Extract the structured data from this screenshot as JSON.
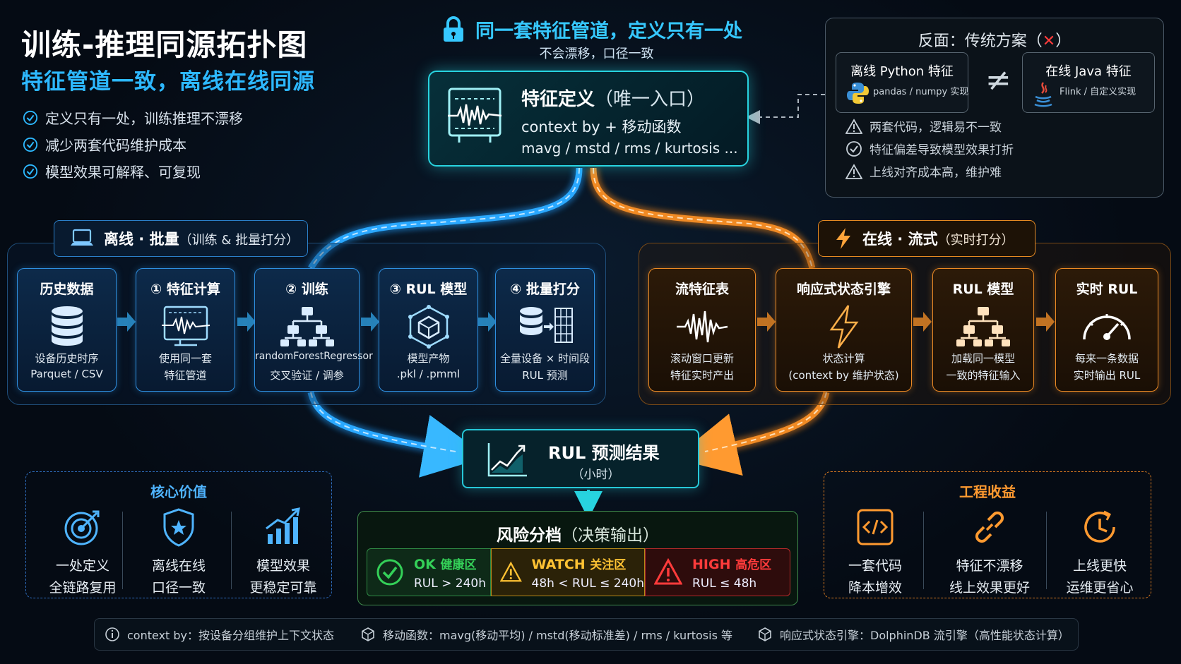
{
  "header": {
    "title": "训练-推理同源拓扑图",
    "subtitle": "特征管道一致，离线在线同源",
    "bullets": [
      "定义只有一处，训练推理不漂移",
      "减少两套代码维护成本",
      "模型效果可解释、可复现"
    ]
  },
  "top": {
    "headline": "同一套特征管道，定义只有一处",
    "sub": "不会漂移，口径一致"
  },
  "feature_def": {
    "title": "特征定义",
    "title_note": "（唯一入口）",
    "line1": "context by + 移动函数",
    "line2": "mavg / mstd / rms / kurtosis ..."
  },
  "traditional": {
    "title": "反面：传统方案（",
    "title_mark": "✕",
    "title_end": "）",
    "left_title": "离线 Python 特征",
    "left_sub": "pandas / numpy 实现",
    "neq": "≠",
    "right_title": "在线 Java 特征",
    "right_sub": "Flink / 自定义实现",
    "issues": [
      "两套代码，逻辑易不一致",
      "特征偏差导致模型效果打折",
      "上线对齐成本高，维护难"
    ]
  },
  "offline": {
    "header": "离线 · 批量",
    "header_note": "（训练 & 批量打分）",
    "cards": [
      {
        "title": "历史数据",
        "icon": "database-icon",
        "d1": "设备历史时序",
        "d2": "Parquet / CSV"
      },
      {
        "title": "① 特征计算",
        "icon": "waveform-monitor-icon",
        "d1": "使用同一套",
        "d2": "特征管道"
      },
      {
        "title": "② 训练",
        "icon": "tree-icon",
        "d1": "randomForestRegressor",
        "d2": "交叉验证 / 调参"
      },
      {
        "title": "③ RUL 模型",
        "icon": "cube-icon",
        "d1": "模型产物",
        "d2": ".pkl / .pmml"
      },
      {
        "title": "④ 批量打分",
        "icon": "database-table-icon",
        "d1": "全量设备 × 时间段",
        "d2": "RUL 预测"
      }
    ]
  },
  "online": {
    "header": "在线 · 流式",
    "header_note": "（实时打分）",
    "cards": [
      {
        "title": "流特征表",
        "icon": "waveform-icon",
        "d1": "滚动窗口更新",
        "d2": "特征实时产出"
      },
      {
        "title": "响应式状态引擎",
        "icon": "lightning-icon",
        "d1": "状态计算",
        "d2": "(context by 维护状态)"
      },
      {
        "title": "RUL 模型",
        "icon": "tree-icon",
        "d1": "加载同一模型",
        "d2": "一致的特征输入"
      },
      {
        "title": "实时 RUL",
        "icon": "gauge-icon",
        "d1": "每来一条数据",
        "d2": "实时输出 RUL"
      }
    ]
  },
  "rul_result": {
    "title": "RUL 预测结果",
    "sub": "（小时）"
  },
  "risk": {
    "title": "风险分档",
    "title_note": "（决策输出）",
    "levels": [
      {
        "code": "OK",
        "name": "健康区",
        "rule": "RUL > 240h",
        "color": "#34d058"
      },
      {
        "code": "WATCH",
        "name": "关注区",
        "rule": "48h < RUL ≤ 240h",
        "color": "#ffc233"
      },
      {
        "code": "HIGH",
        "name": "高危区",
        "rule": "RUL ≤ 48h",
        "color": "#ff3b3b"
      }
    ]
  },
  "core_value": {
    "title": "核心价值",
    "items": [
      {
        "l1": "一处定义",
        "l2": "全链路复用"
      },
      {
        "l1": "离线在线",
        "l2": "口径一致"
      },
      {
        "l1": "模型效果",
        "l2": "更稳定可靠"
      }
    ]
  },
  "engineering": {
    "title": "工程收益",
    "items": [
      {
        "l1": "一套代码",
        "l2": "降本增效"
      },
      {
        "l1": "特征不漂移",
        "l2": "线上效果更好"
      },
      {
        "l1": "上线更快",
        "l2": "运维更省心"
      }
    ]
  },
  "footer": {
    "f1": "context by：按设备分组维护上下文状态",
    "f2": "移动函数：mavg(移动平均) / mstd(移动标准差) / rms / kurtosis 等",
    "f3": "响应式状态引擎：DolphinDB 流引擎（高性能状态计算）"
  },
  "colors": {
    "offline": "#2e8fe0",
    "online": "#ec8a24",
    "accent": "#28d4e0"
  }
}
